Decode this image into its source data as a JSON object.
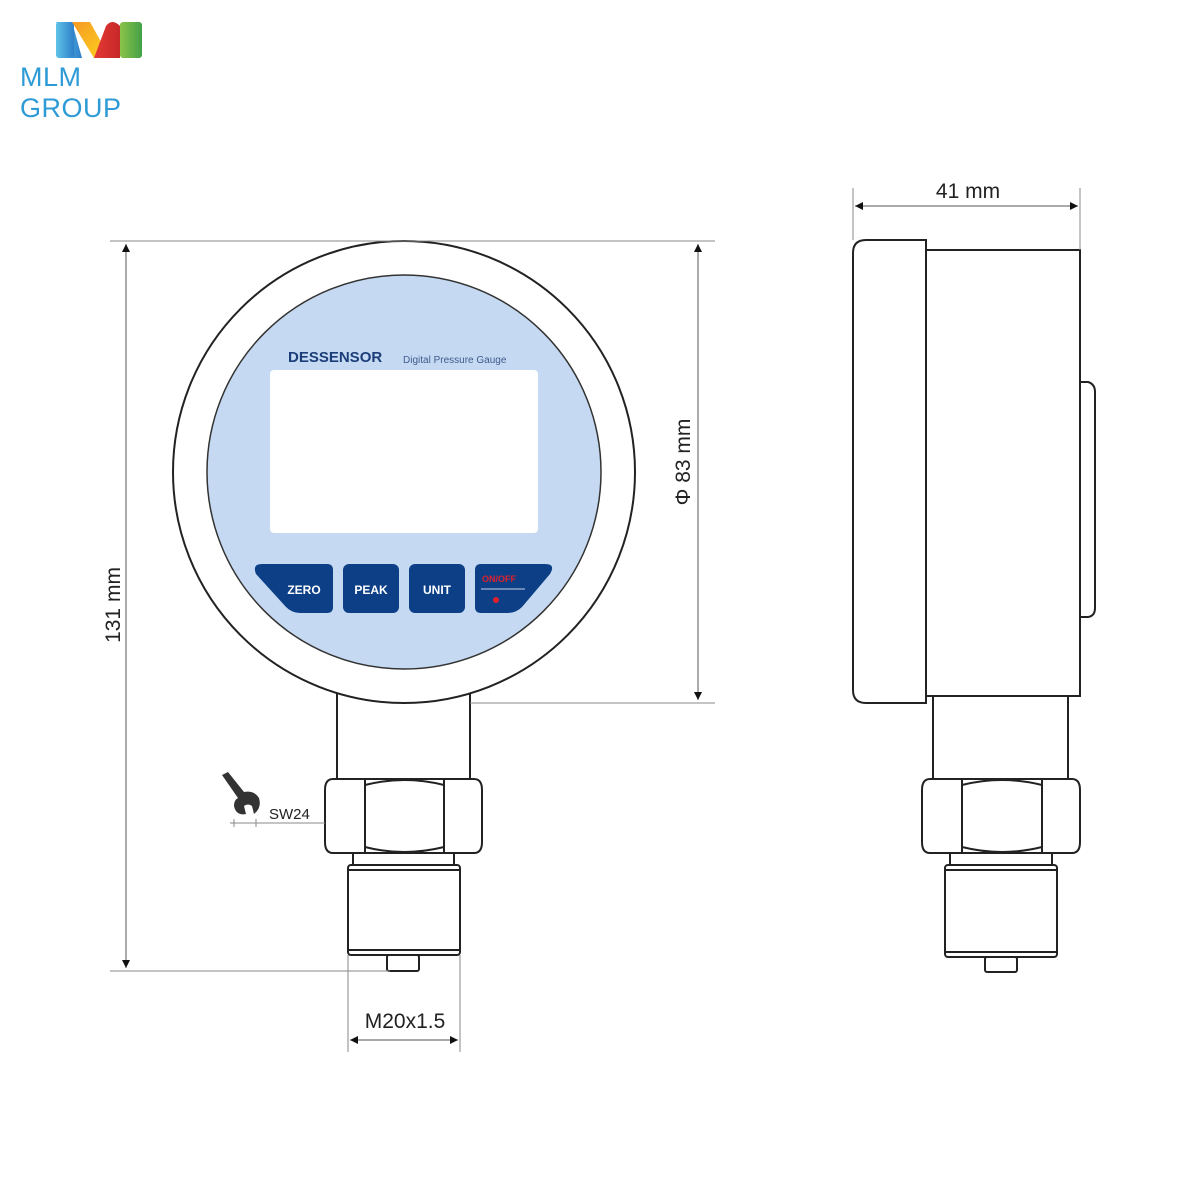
{
  "logo": {
    "text": "MLM GROUP",
    "colors": [
      "#3a9ad9",
      "#f5a623",
      "#e53935",
      "#4caf50"
    ]
  },
  "gauge": {
    "brand": "DESSENSOR",
    "subtitle": "Digital Pressure Gauge",
    "buttons": [
      "ZERO",
      "PEAK",
      "UNIT",
      "ON/OFF"
    ],
    "face_color": "#c5daf2",
    "button_color": "#0d3f87",
    "onoff_color": "#e0202a"
  },
  "dimensions": {
    "height": "131 mm",
    "diameter": "Φ 83 mm",
    "depth": "41 mm",
    "thread": "M20x1.5",
    "wrench": "SW24"
  }
}
